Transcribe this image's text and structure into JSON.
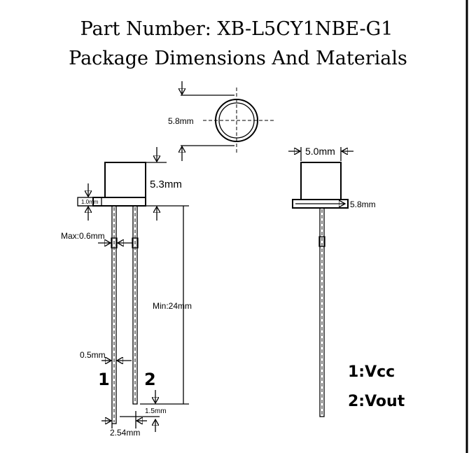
{
  "title": "Part Number: XB-L5CY1NBE-G1",
  "subtitle": "Package Dimensions And Materials",
  "dimensions": {
    "top_diameter": "5.8mm",
    "body_height": "5.3mm",
    "flange_thickness": "1.0mm",
    "max_lead": "Max:0.6mm",
    "lead_length": "Min:24mm",
    "lead_width": "0.5mm",
    "lead_offset": "1.5mm",
    "pitch": "2.54mm",
    "body_width": "5.0mm",
    "flange_width": "5.8mm"
  },
  "pins": {
    "pin1": "1",
    "pin2": "2"
  },
  "legend": {
    "vcc": "1:Vcc",
    "vout": "2:Vout"
  }
}
